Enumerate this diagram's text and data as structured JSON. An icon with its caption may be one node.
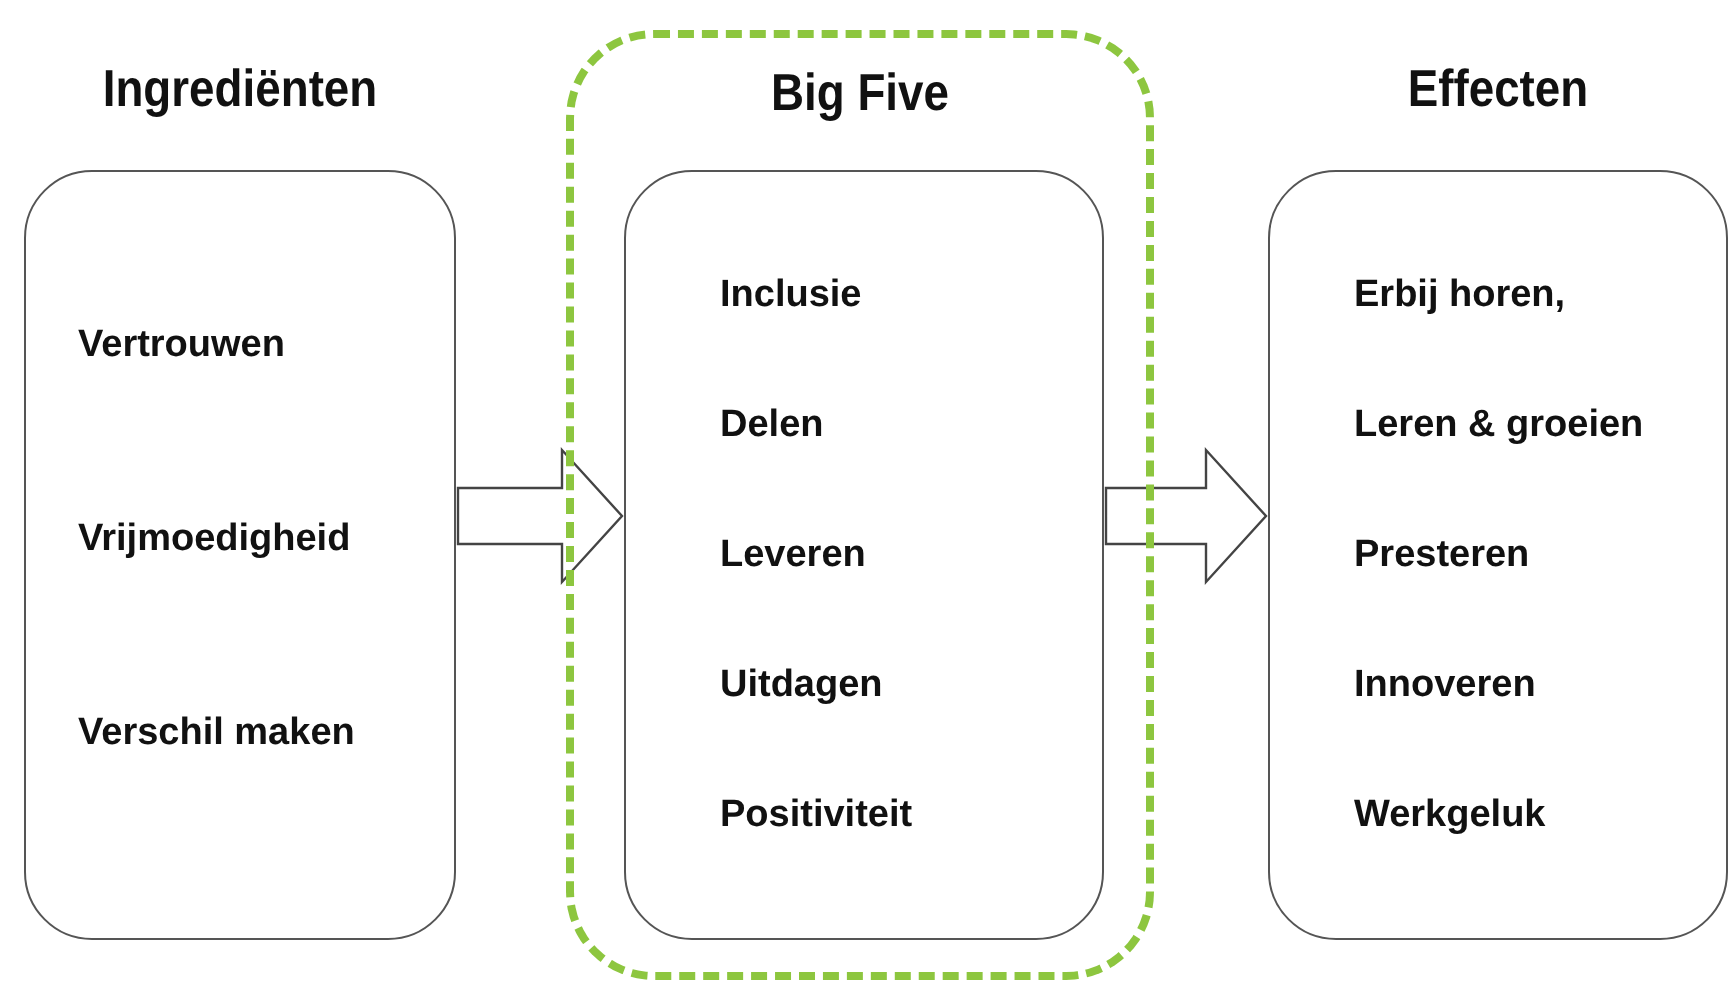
{
  "diagram": {
    "nodes": [
      {
        "text": [
          "Ingrediënten",
          "Vertrouwen",
          "Vrijmoedigheid",
          "Verschil maken"
        ]
      },
      {
        "text": [
          "Big Five"
        ]
      },
      {
        "text": [
          "Inclusie",
          "Delen",
          "Leveren",
          "Uitdagen",
          "Positiviteit"
        ],
        "in": 1
      },
      {
        "text": [
          "Effecten",
          "Erbij horen,",
          "Leren & groeien",
          "Presteren",
          "Innoveren",
          "Werkgeluk"
        ]
      }
    ],
    "edges": [
      {
        "from": 0,
        "to": 2,
        "arrow": "to"
      },
      {
        "from": 2,
        "to": 3,
        "arrow": "to"
      }
    ]
  }
}
